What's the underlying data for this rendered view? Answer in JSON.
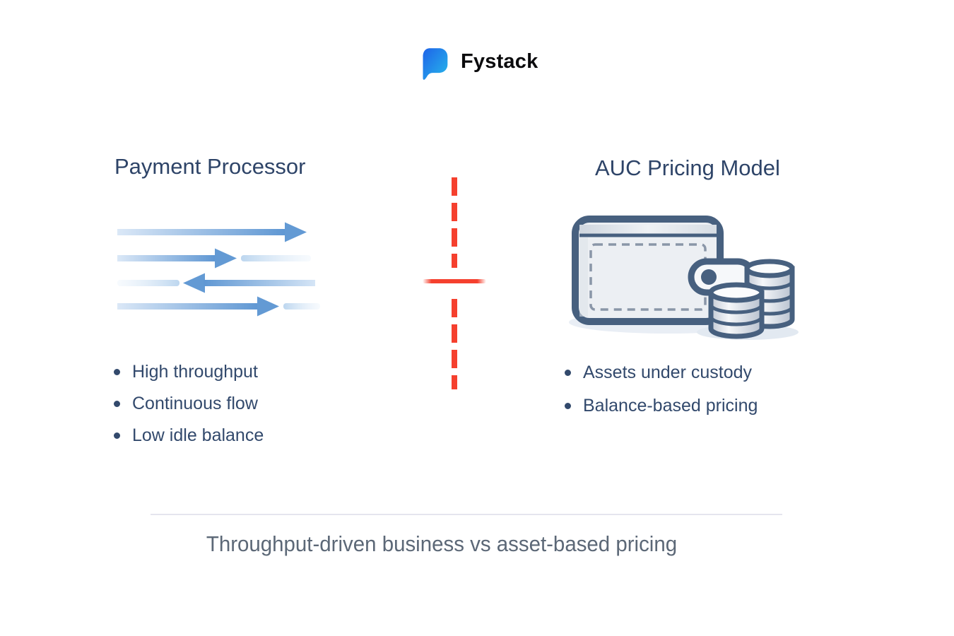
{
  "brand": {
    "name": "Fystack"
  },
  "left_panel": {
    "title": "Payment Processor",
    "bullets": [
      "High throughput",
      "Continuous flow",
      "Low idle balance"
    ],
    "illustration": "flow-arrows"
  },
  "right_panel": {
    "title": "AUC Pricing Model",
    "bullets": [
      "Assets under custody",
      "Balance-based pricing"
    ],
    "illustration": "wallet-with-coin-stacks"
  },
  "divider": {
    "style": "vertical-dashed-with-center-tick",
    "color": "#f5402e"
  },
  "footer": {
    "caption": "Throughput-driven business vs asset-based pricing"
  },
  "icons": {
    "logo": "chat-bubble-icon",
    "left": "throughput-arrows-icon",
    "right": "wallet-coins-icon"
  },
  "colors": {
    "background": "#ffffff",
    "heading_text": "#2e4468",
    "bullet_text": "#32496c",
    "caption_text": "#5c6877",
    "divider_red": "#f5402e",
    "arrow_blue": "#639ad4",
    "arrow_light_blue": "#d9e7f6",
    "wallet_outline": "#47607f",
    "wallet_fill": "#eceff3",
    "logo_gradient_start": "#1e63e9",
    "logo_gradient_end": "#27b8ea",
    "footer_rule": "#e5e5ee",
    "brand_text": "#0b0b0d"
  }
}
